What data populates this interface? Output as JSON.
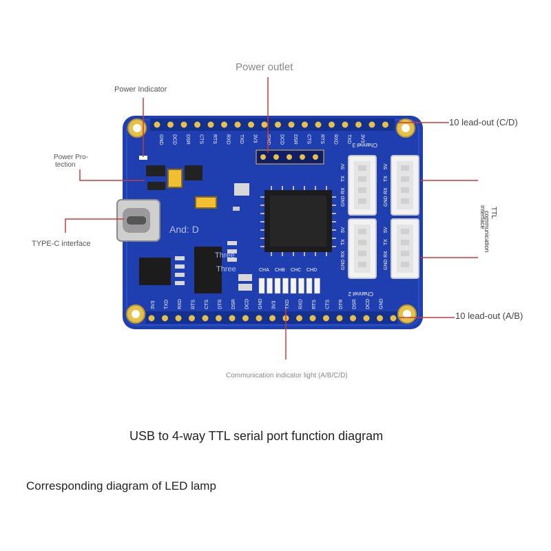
{
  "labels": {
    "power_outlet": "Power outlet",
    "power_indicator": "Power Indicator",
    "power_protection_line1": "Power Pro-",
    "power_protection_line2": "tection",
    "typec": "TYPE-C interface",
    "lead_cd": "10 lead-out (C/D)",
    "lead_ab": "10 lead-out (A/B)",
    "ttl_line1": "TTL",
    "ttl_line2": "communication",
    "ttl_line3": "interface",
    "comm_light": "Communication indicator light (A/B/C/D)"
  },
  "board_text": {
    "and_d": "And: D",
    "three_1": "Three",
    "three_2": "Three",
    "top_pins": [
      "GND",
      "DCD",
      "DSR",
      "CTS",
      "RTS",
      "RXD",
      "TXD",
      "3V3",
      "GND",
      "DCD",
      "DSR",
      "CTS",
      "RTS",
      "RXD",
      "TXD",
      "3V3"
    ],
    "bottom_pins": [
      "3V3",
      "TXD",
      "RXD",
      "RTS",
      "CTS",
      "DTR",
      "DSR",
      "DCD",
      "GND",
      "3V3",
      "TXD",
      "RXD",
      "RTS",
      "CTS",
      "DTR",
      "DSR",
      "DCD",
      "GND"
    ],
    "led_labels": [
      "CHA",
      "CHB",
      "CHC",
      "CHD"
    ],
    "conn_pins": [
      "GND",
      "RX",
      "TX",
      "5V"
    ],
    "channel_top": "Channel 3",
    "channel_bottom": "Channel 2"
  },
  "captions": {
    "main": "USB to 4-way TTL serial port function diagram",
    "led": "Corresponding diagram of LED lamp"
  },
  "colors": {
    "pcb": "#1f3fb0",
    "pcb_dark": "#15318f",
    "gold": "#e6c14a",
    "leader": "#c83a3a",
    "connector": "#f2f2f2",
    "chip": "#1c1c1c"
  }
}
